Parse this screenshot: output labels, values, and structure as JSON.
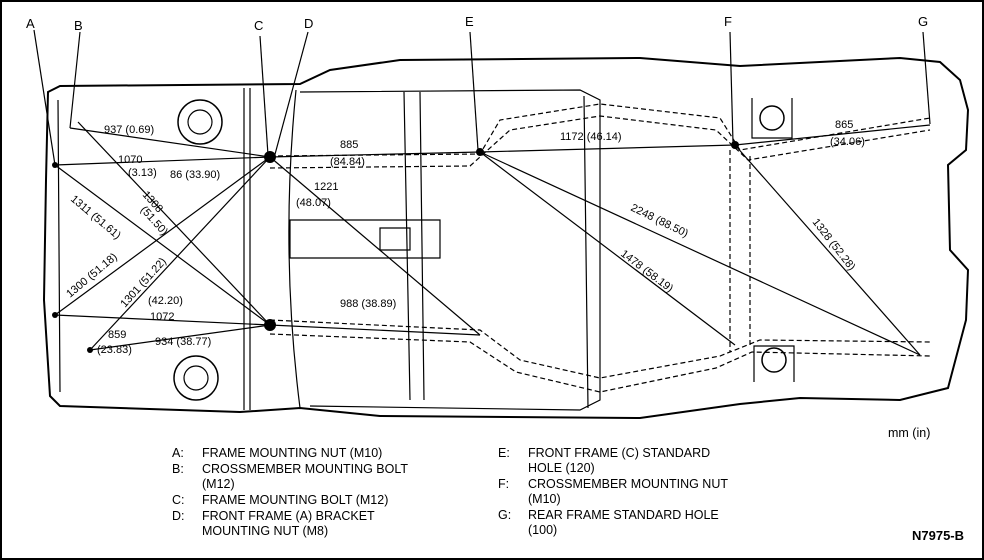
{
  "points": [
    {
      "key": "A"
    },
    {
      "key": "B"
    },
    {
      "key": "C"
    },
    {
      "key": "D"
    },
    {
      "key": "E"
    },
    {
      "key": "F"
    },
    {
      "key": "G"
    }
  ],
  "dimensions": [
    {
      "id": "b-top",
      "text": "937 (0.69)"
    },
    {
      "id": "a-c-1",
      "text": "1070"
    },
    {
      "id": "a-c-2",
      "text": "(3.13)"
    },
    {
      "id": "a-d",
      "text": "86 (33.90)"
    },
    {
      "id": "c-e",
      "text": "885"
    },
    {
      "id": "c-e-in",
      "text": "(84.84)"
    },
    {
      "id": "d-f-1",
      "text": "1221"
    },
    {
      "id": "d-f-2",
      "text": "(48.07)"
    },
    {
      "id": "e-f",
      "text": "1172 (46.14)"
    },
    {
      "id": "f-g-1",
      "text": "865"
    },
    {
      "id": "f-g-2",
      "text": "(34.06)"
    },
    {
      "id": "a-diag",
      "text": "1311 (51.61)"
    },
    {
      "id": "b-diag-1",
      "text": "1308"
    },
    {
      "id": "b-diag-2",
      "text": "(51.50)"
    },
    {
      "id": "e-g",
      "text": "2248 (88.50)"
    },
    {
      "id": "f-g-diag",
      "text": "1328 (52.28)"
    },
    {
      "id": "e-f-low",
      "text": "1478 (58.19)"
    },
    {
      "id": "a-low-1",
      "text": "1300 (51.18)"
    },
    {
      "id": "b-low-1",
      "text": "1301 (51.22)"
    },
    {
      "id": "c-low-1",
      "text": "(42.20)"
    },
    {
      "id": "c-low-2",
      "text": "1072"
    },
    {
      "id": "c-low-e",
      "text": "988 (38.89)"
    },
    {
      "id": "a-bot-1",
      "text": "859"
    },
    {
      "id": "a-bot-2",
      "text": "(23.83)"
    },
    {
      "id": "a-bot-3",
      "text": "934 (38.77)"
    }
  ],
  "legend_left": [
    {
      "key": "A:",
      "text": "FRAME MOUNTING NUT (M10)"
    },
    {
      "key": "B:",
      "text": "CROSSMEMBER MOUNTING BOLT\n(M12)"
    },
    {
      "key": "C:",
      "text": "FRAME MOUNTING BOLT (M12)"
    },
    {
      "key": "D:",
      "text": "FRONT FRAME (A) BRACKET\nMOUNTING NUT (M8)"
    }
  ],
  "legend_right": [
    {
      "key": "E:",
      "text": "FRONT FRAME (C) STANDARD\nHOLE (120)"
    },
    {
      "key": "F:",
      "text": "CROSSMEMBER MOUNTING NUT\n(M10)"
    },
    {
      "key": "G:",
      "text": "REAR FRAME STANDARD HOLE\n(100)"
    }
  ],
  "units": "mm (in)",
  "figure_id": "N7975-B"
}
